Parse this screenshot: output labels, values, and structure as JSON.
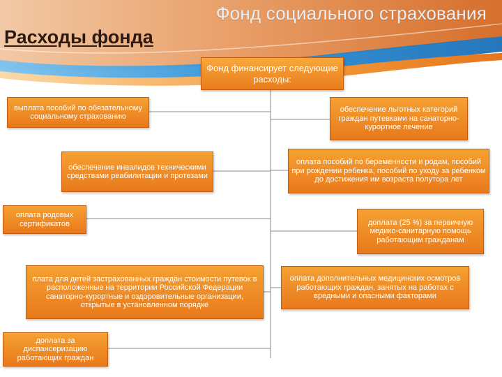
{
  "header": {
    "title": "Фонд социального страхования"
  },
  "section_title": "Расходы фонда",
  "root": "Фонд финансирует следующие расходы:",
  "colors": {
    "box_top": "#f5a133",
    "box_bottom": "#e9791b",
    "box_border": "#c65d10",
    "header_blue": "#2a8fd6",
    "line": "#8a8a8a"
  },
  "left_items": [
    "выплата пособий по обязательному социальному страхованию",
    "обеспечение инвалидов техническими средствами реабилитации и протезами",
    "оплата родовых сертификатов",
    "плата для детей застрахованных граждан стоимости путевок в расположенные на территории Российской Федерации санаторно-курортные и оздоровительные организации, открытые в установленном порядке",
    "доплата за диспансеризацию работающих граждан"
  ],
  "right_items": [
    "обеспечение льготных категорий граждан путевками на санаторно-курортное лечение",
    "оплата пособий по беременности и родам, пособий при рождении ребенка, пособий по уходу за ребенком до достижения им возраста полутора лет",
    "доплата (25 %) за первичную медико-санитарную помощь работающим гражданам",
    "оплата дополнительных медицинских осмотров работающих граждан, занятых на работах с вредными и опасными факторами"
  ]
}
